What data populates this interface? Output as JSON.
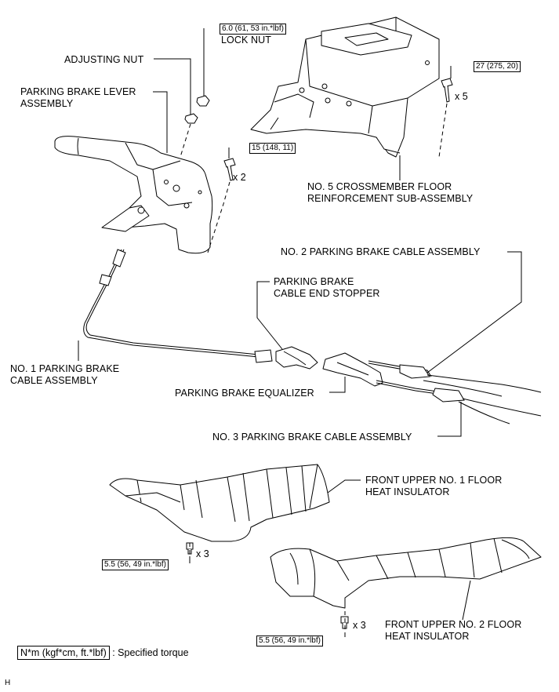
{
  "labels": {
    "adjusting_nut": "ADJUSTING NUT",
    "lever_line1": "PARKING BRAKE LEVER",
    "lever_line2": "ASSEMBLY",
    "lock_nut": "LOCK NUT",
    "crossmember_line1": "NO. 5 CROSSMEMBER FLOOR",
    "crossmember_line2": "REINFORCEMENT SUB-ASSEMBLY",
    "no2_cable": "NO. 2 PARKING BRAKE CABLE ASSEMBLY",
    "end_stopper_line1": "PARKING BRAKE",
    "end_stopper_line2": "CABLE END STOPPER",
    "no1_cable_line1": "NO. 1 PARKING BRAKE",
    "no1_cable_line2": "CABLE ASSEMBLY",
    "equalizer": "PARKING BRAKE EQUALIZER",
    "no3_cable": "NO. 3 PARKING BRAKE CABLE ASSEMBLY",
    "insulator1_line1": "FRONT UPPER NO. 1 FLOOR",
    "insulator1_line2": "HEAT INSULATOR",
    "insulator2_line1": "FRONT UPPER NO. 2 FLOOR",
    "insulator2_line2": "HEAT INSULATOR"
  },
  "torques": {
    "lock_nut": "6.0 (61, 53 in.*lbf)",
    "crossmember_bolt": "27 (275, 20)",
    "lever_bolt": "15 (148, 11)",
    "insulator1_bolt": "5.5 (56, 49 in.*lbf)",
    "insulator2_bolt": "5.5 (56, 49 in.*lbf)"
  },
  "quantities": {
    "crossmember_bolt": "x 5",
    "lever_bolt": "x 2",
    "insulator1_bolt": "x 3",
    "insulator2_bolt": "x 3"
  },
  "legend": {
    "unit": "N*m (kgf*cm, ft.*lbf)",
    "description": ": Specified torque"
  },
  "corner_mark": "H"
}
